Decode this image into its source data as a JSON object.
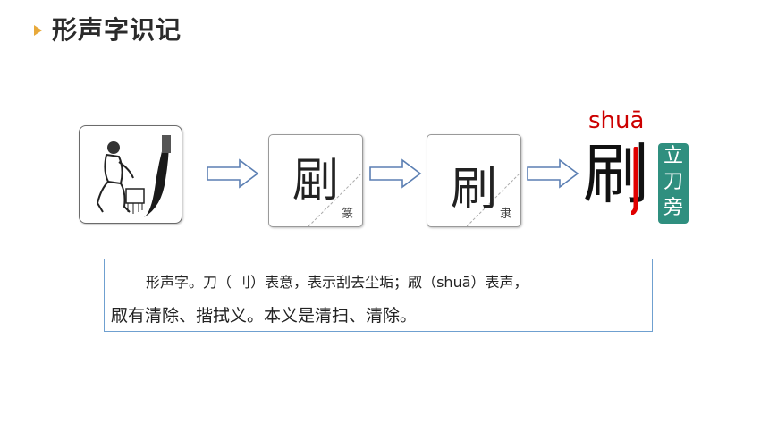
{
  "slide": {
    "title": "形声字识记"
  },
  "evolution": {
    "seal_glyph": "𠜾",
    "seal_label": "篆",
    "clerical_glyph": "刷",
    "clerical_label": "隶"
  },
  "character": {
    "pinyin": "shuā",
    "char": "刷",
    "components": [
      "立",
      "刀",
      "旁"
    ]
  },
  "description": {
    "line1": "形声字。刀（ 刂）表意，表示刮去尘垢；㕞（shuā）表声，",
    "line2": "㕞有清除、揩拭义。本义是清扫、清除。"
  },
  "colors": {
    "accent_marker": "#e8a93a",
    "pinyin": "#cc0000",
    "tag_bg": "#2f8f7f",
    "box_border": "#6fa0d0"
  }
}
